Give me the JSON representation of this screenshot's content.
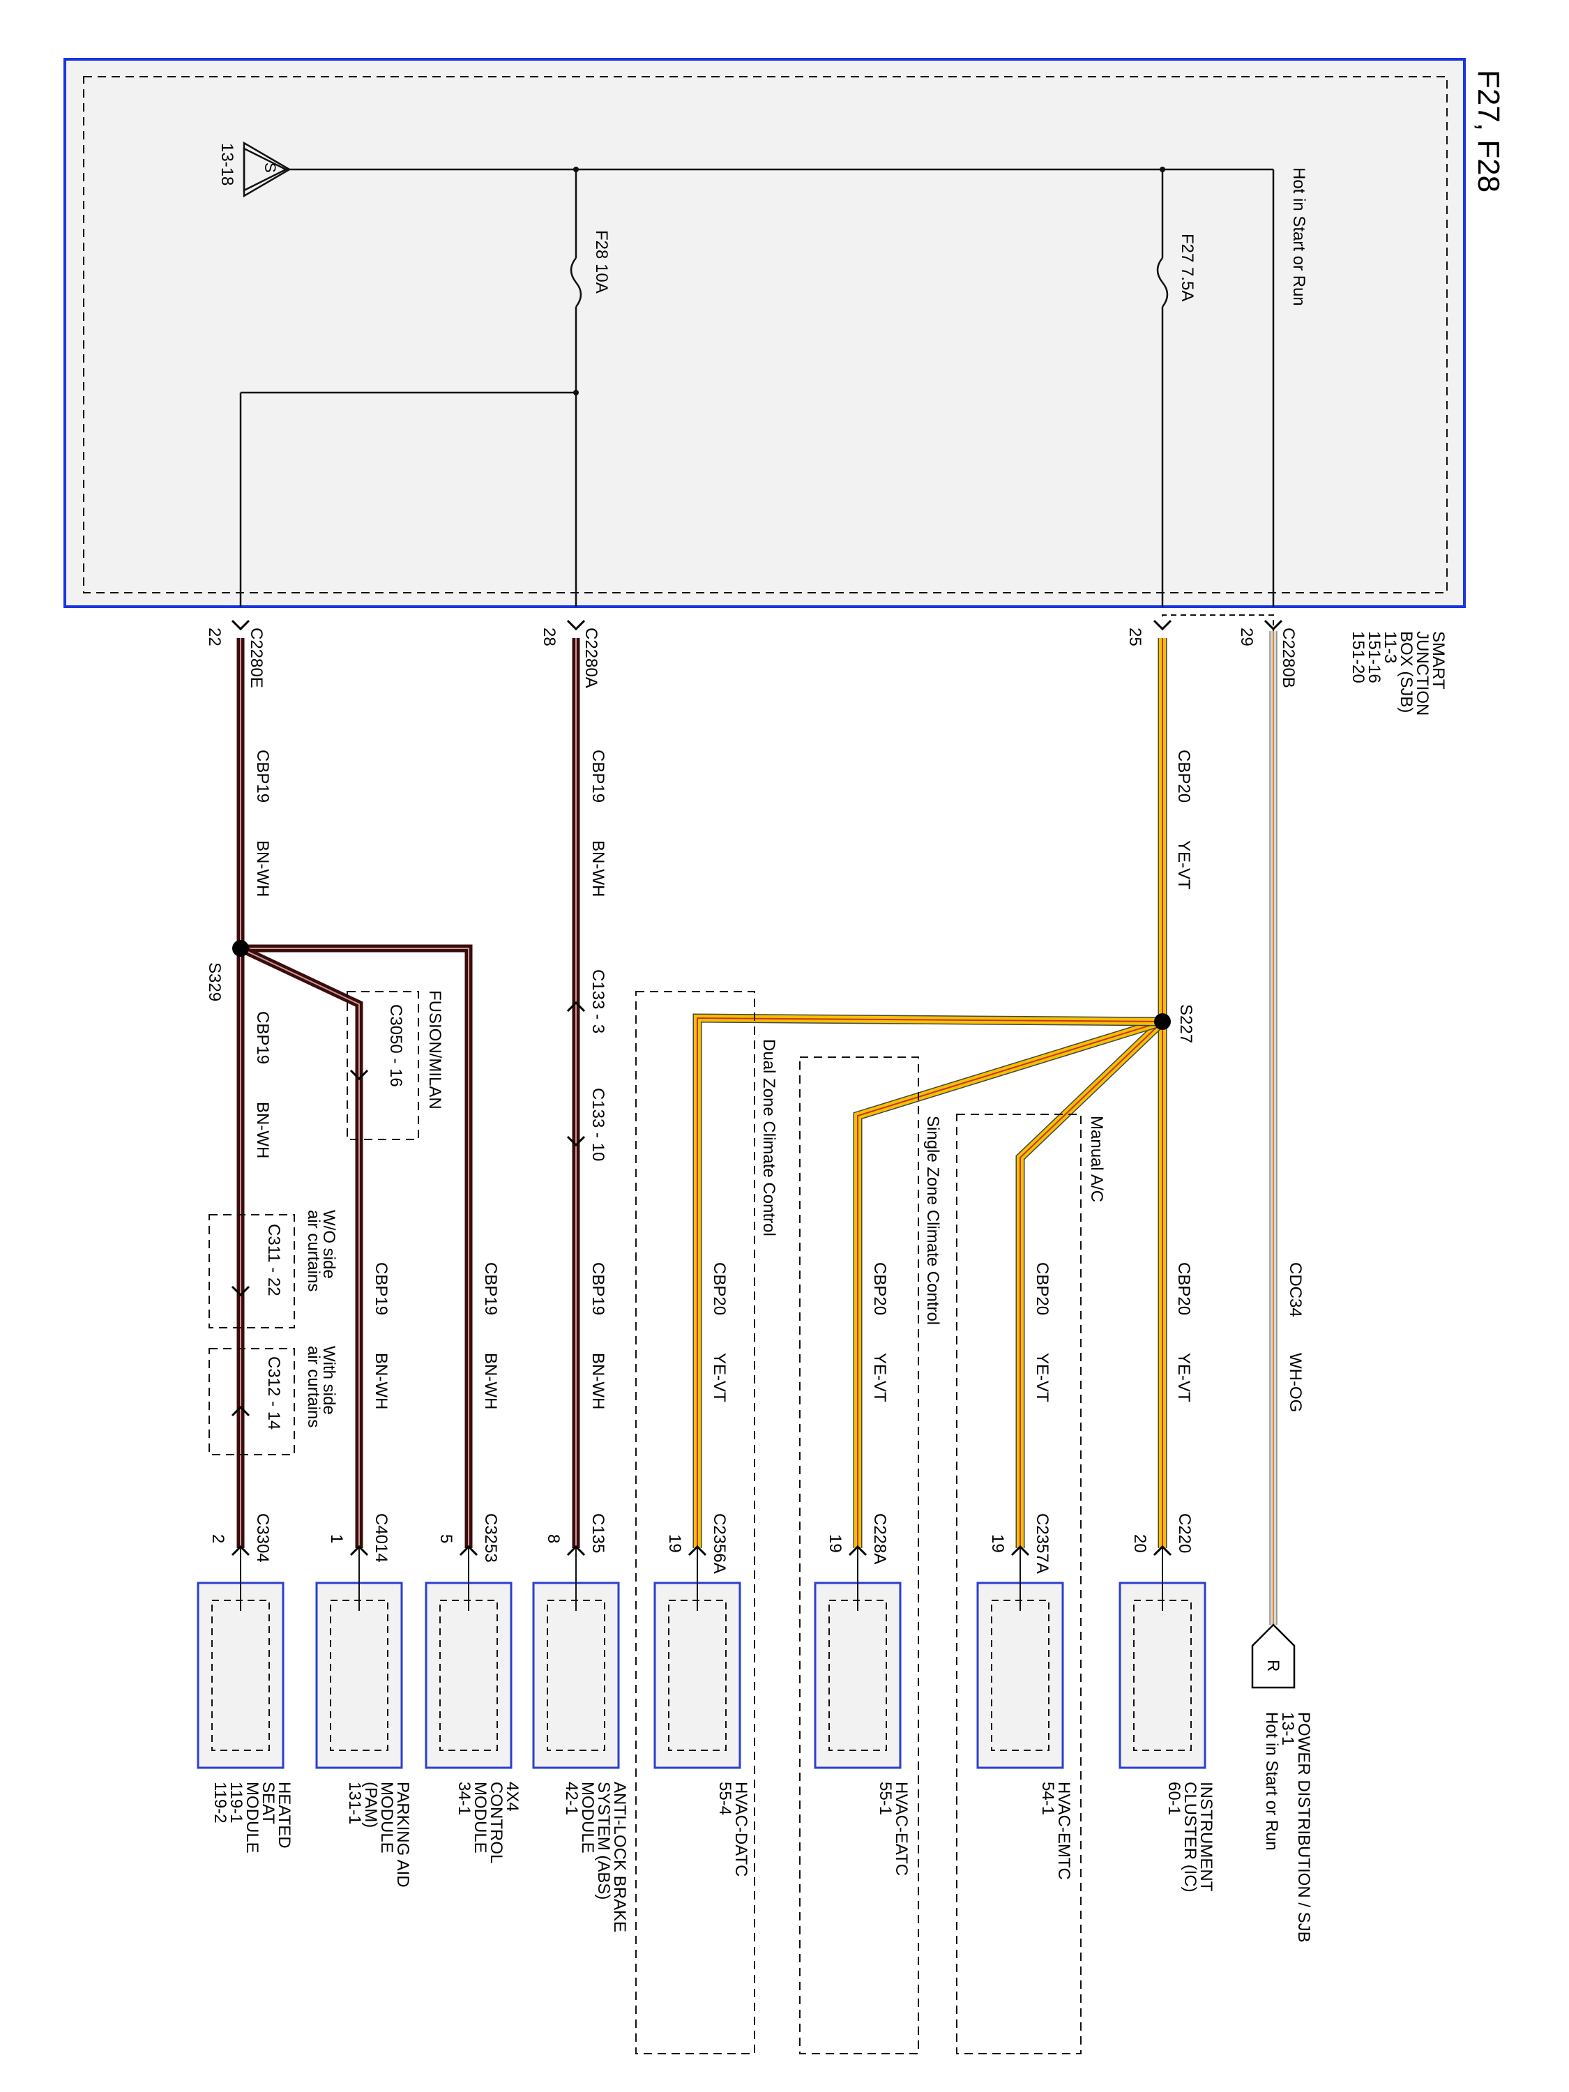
{
  "title": "F27, F28",
  "sjb": {
    "hot_label": "Hot in Start or Run",
    "name_lines": [
      "SMART",
      "JUNCTION",
      "BOX (SJB)",
      "11-3",
      "151-16",
      "151-20"
    ],
    "ground_ref": "13-18",
    "ground_symbol": "S",
    "fuse_f27": "F27  7.5A",
    "fuse_f28": "F28  10A"
  },
  "pins": {
    "c2280b": "C2280B",
    "c2280b_pin29": "29",
    "c2280b_pin25": "25",
    "c2280a": "C2280A",
    "c2280a_pin28": "28",
    "c2280e": "C2280E",
    "c2280e_pin22": "22"
  },
  "wires": {
    "cdc34": "CDC34",
    "wh_og": "WH-OG",
    "cbp20": "CBP20",
    "ye_vt": "YE-VT",
    "cbp19": "CBP19",
    "bn_wh": "BN-WH"
  },
  "colors": {
    "ye_vt_base": "#f2c200",
    "ye_vt_stripe": "#d03020",
    "bn_wh_base": "#3a0d0d",
    "bn_wh_stripe": "#c89898",
    "wh_og_base": "#ded8cc",
    "wh_og_stripe": "#c98a50",
    "sjb_border": "#1a36e0",
    "module_border": "#2b3fcf",
    "box_fill": "#f2f2f2"
  },
  "splices": {
    "s227": "S227",
    "s329": "S329"
  },
  "options": {
    "manual_ac": "Manual A/C",
    "single_zone": "Single Zone Climate Control",
    "dual_zone": "Dual Zone Climate Control",
    "fusion_milan": "FUSION/MILAN",
    "wo_curtains": [
      "W/O side",
      "air curtains"
    ],
    "with_curtains": [
      "With side",
      "air curtains"
    ]
  },
  "inline_connectors": {
    "c133_3": "C133 - 3",
    "c133_10": "C133 - 10",
    "c3050_16": "C3050 - 16",
    "c311_22": "C311 - 22",
    "c312_14": "C312 - 14"
  },
  "power_distribution": {
    "letter": "R",
    "lines": [
      "POWER DISTRIBUTION / SJB",
      "13-1",
      "Hot in Start or Run"
    ]
  },
  "modules": [
    {
      "connector": "C220",
      "pin": "20",
      "lines": [
        "INSTRUMENT",
        "CLUSTER (IC)",
        "60-1"
      ]
    },
    {
      "connector": "C2357A",
      "pin": "19",
      "lines": [
        "HVAC-EMTC",
        "54-1"
      ]
    },
    {
      "connector": "C228A",
      "pin": "19",
      "lines": [
        "HVAC-EATC",
        "55-1"
      ]
    },
    {
      "connector": "C2356A",
      "pin": "19",
      "lines": [
        "HVAC-DATC",
        "55-4"
      ]
    },
    {
      "connector": "C135",
      "pin": "8",
      "lines": [
        "ANTI-LOCK BRAKE",
        "SYSTEM (ABS)",
        "MODULE",
        "42-1"
      ]
    },
    {
      "connector": "C3253",
      "pin": "5",
      "lines": [
        "4X4",
        "CONTROL",
        "MODULE",
        "34-1"
      ]
    },
    {
      "connector": "C4014",
      "pin": "1",
      "lines": [
        "PARKING AID",
        "MODULE",
        "(PAM)",
        "131-1"
      ]
    },
    {
      "connector": "C3304",
      "pin": "2",
      "lines": [
        "HEATED",
        "SEAT",
        "MODULE",
        "119-1",
        "119-2"
      ]
    }
  ]
}
